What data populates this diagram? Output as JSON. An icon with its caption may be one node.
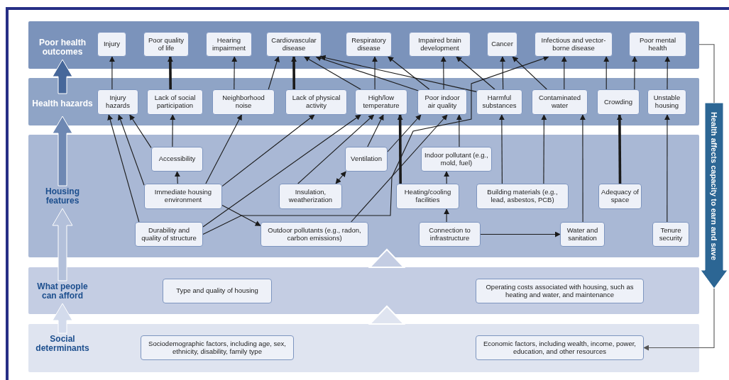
{
  "diagram": {
    "nodes": [
      {
        "text": [
          "Poor health outcomes"
        ]
      },
      {
        "text": [
          "Injury"
        ],
        "in": 0
      },
      {
        "text": [
          "Poor quality of life"
        ],
        "in": 0
      },
      {
        "text": [
          "Hearing impairment"
        ],
        "in": 0
      },
      {
        "text": [
          "Cardiovascular disease"
        ],
        "in": 0
      },
      {
        "text": [
          "Respiratory disease"
        ],
        "in": 0
      },
      {
        "text": [
          "Impaired brain development"
        ],
        "in": 0
      },
      {
        "text": [
          "Cancer"
        ],
        "in": 0
      },
      {
        "text": [
          "Infectious and vector-borne disease"
        ],
        "in": 0
      },
      {
        "text": [
          "Poor mental health"
        ],
        "in": 0
      },
      {
        "text": [
          "Health hazards"
        ]
      },
      {
        "text": [
          "Injury hazards"
        ],
        "in": 10
      },
      {
        "text": [
          "Lack of social participation"
        ],
        "in": 10
      },
      {
        "text": [
          "Neighborhood noise"
        ],
        "in": 10
      },
      {
        "text": [
          "Lack of physical activity"
        ],
        "in": 10
      },
      {
        "text": [
          "High/low temperature"
        ],
        "in": 10
      },
      {
        "text": [
          "Poor indoor air quality"
        ],
        "in": 10
      },
      {
        "text": [
          "Harmful substances"
        ],
        "in": 10
      },
      {
        "text": [
          "Contaminated water"
        ],
        "in": 10
      },
      {
        "text": [
          "Crowding"
        ],
        "in": 10
      },
      {
        "text": [
          "Unstable housing"
        ],
        "in": 10
      },
      {
        "text": [
          "Housing features"
        ]
      },
      {
        "text": [
          "Accessibility"
        ],
        "in": 21
      },
      {
        "text": [
          "Ventilation"
        ],
        "in": 21
      },
      {
        "text": [
          "Indoor pollutant (e.g., mold, fuel)"
        ],
        "in": 21
      },
      {
        "text": [
          "Immediate housing environment"
        ],
        "in": 21
      },
      {
        "text": [
          "Insulation, weatherization"
        ],
        "in": 21
      },
      {
        "text": [
          "Heating/cooling facilities"
        ],
        "in": 21
      },
      {
        "text": [
          "Building materials (e.g., lead, asbestos, PCB)"
        ],
        "in": 21
      },
      {
        "text": [
          "Adequacy of space"
        ],
        "in": 21
      },
      {
        "text": [
          "Durability and quality of structure"
        ],
        "in": 21
      },
      {
        "text": [
          "Outdoor pollutants (e.g., radon, carbon emissions)"
        ],
        "in": 21
      },
      {
        "text": [
          "Connection to infrastructure"
        ],
        "in": 21
      },
      {
        "text": [
          "Water and sanitation"
        ],
        "in": 21
      },
      {
        "text": [
          "Tenure security"
        ],
        "in": 21
      },
      {
        "text": [
          "What people can afford"
        ]
      },
      {
        "text": [
          "Type and quality of housing"
        ],
        "in": 35
      },
      {
        "text": [
          "Operating costs associated with housing, such as heating and water, and maintenance"
        ],
        "in": 35
      },
      {
        "text": [
          "Social determinants"
        ]
      },
      {
        "text": [
          "Sociodemographic factors, including age, sex, ethnicity, disability, family type"
        ],
        "in": 38
      },
      {
        "text": [
          "Economic factors, including wealth, income, power, education, and other resources"
        ],
        "in": 38
      },
      {
        "text": [
          "Health affects capacity to earn and save"
        ]
      }
    ],
    "edges": [
      {
        "from": 11,
        "to": 1,
        "arrow": "to"
      },
      {
        "from": 12,
        "to": 2,
        "arrow": "to",
        "style": "thick"
      },
      {
        "from": 13,
        "to": 3,
        "arrow": "to"
      },
      {
        "from": 13,
        "to": 4,
        "arrow": "to"
      },
      {
        "from": 14,
        "to": 4,
        "arrow": "to",
        "style": "thick"
      },
      {
        "from": 15,
        "to": 4,
        "arrow": "to"
      },
      {
        "from": 15,
        "to": 5,
        "arrow": "to"
      },
      {
        "from": 16,
        "to": 4,
        "arrow": "to"
      },
      {
        "from": 16,
        "to": 5,
        "arrow": "to"
      },
      {
        "from": 16,
        "to": 6,
        "arrow": "to"
      },
      {
        "from": 17,
        "to": 4,
        "arrow": "to"
      },
      {
        "from": 17,
        "to": 6,
        "arrow": "to"
      },
      {
        "from": 17,
        "to": 7,
        "arrow": "to"
      },
      {
        "from": 18,
        "to": 7,
        "arrow": "to"
      },
      {
        "from": 18,
        "to": 8,
        "arrow": "to"
      },
      {
        "from": 19,
        "to": 8,
        "arrow": "to"
      },
      {
        "from": 19,
        "to": 9,
        "arrow": "to"
      },
      {
        "from": 20,
        "to": 9,
        "arrow": "to"
      },
      {
        "from": 22,
        "to": 11,
        "arrow": "to"
      },
      {
        "from": 22,
        "to": 12,
        "arrow": "to"
      },
      {
        "from": 25,
        "to": 22,
        "arrow": "to"
      },
      {
        "from": 25,
        "to": 11,
        "arrow": "to"
      },
      {
        "from": 30,
        "to": 11,
        "arrow": "to"
      },
      {
        "from": 25,
        "to": 13,
        "arrow": "to"
      },
      {
        "from": 25,
        "to": 14,
        "arrow": "to"
      },
      {
        "from": 25,
        "to": 31,
        "arrow": "to"
      },
      {
        "from": 30,
        "to": 15,
        "arrow": "to"
      },
      {
        "from": 30,
        "to": 8,
        "arrow": "to"
      },
      {
        "from": 26,
        "to": 15,
        "arrow": "to"
      },
      {
        "from": 23,
        "to": 15,
        "arrow": "to"
      },
      {
        "from": 23,
        "to": 26,
        "arrow": "both"
      },
      {
        "from": 27,
        "to": 15,
        "arrow": "to",
        "style": "thick"
      },
      {
        "from": 23,
        "to": 16,
        "arrow": "to"
      },
      {
        "from": 31,
        "to": 16,
        "arrow": "to"
      },
      {
        "from": 24,
        "to": 16,
        "arrow": "to"
      },
      {
        "from": 32,
        "to": 27,
        "arrow": "to"
      },
      {
        "from": 27,
        "to": 24,
        "arrow": "to"
      },
      {
        "from": 32,
        "to": 33,
        "arrow": "to"
      },
      {
        "from": 33,
        "to": 18,
        "arrow": "to"
      },
      {
        "from": 28,
        "to": 17,
        "arrow": "to"
      },
      {
        "from": 28,
        "to": 18,
        "arrow": "to"
      },
      {
        "from": 29,
        "to": 19,
        "arrow": "to",
        "style": "thick"
      },
      {
        "from": 34,
        "to": 20,
        "arrow": "to"
      },
      {
        "from": 0,
        "to": 41,
        "arrow": "none",
        "color": "#555555"
      },
      {
        "from": 41,
        "to": 40,
        "arrow": "to",
        "color": "#555555"
      }
    ]
  }
}
